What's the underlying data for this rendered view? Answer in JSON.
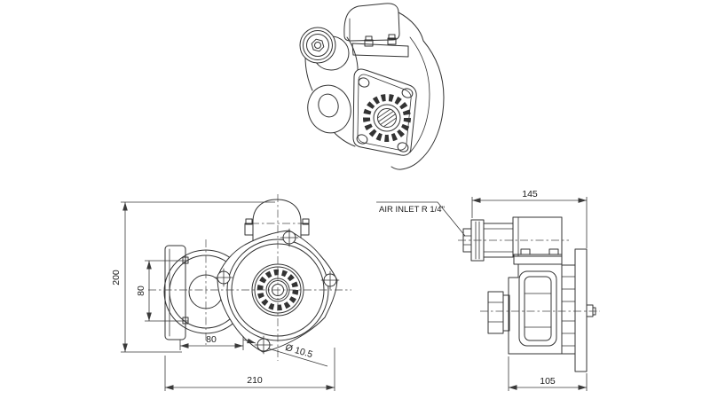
{
  "drawing": {
    "background": "#ffffff",
    "line_color": "#333333",
    "dimension_color": "#3a3a3a"
  },
  "front_view": {
    "dim_total_height": "200",
    "dim_plate_height": "80",
    "dim_plate_width": "80",
    "dim_total_width": "210",
    "dim_bolt_hole": "Ø 10.5"
  },
  "side_view": {
    "dim_depth_top": "145",
    "dim_depth_bottom": "105",
    "air_inlet_label": "AIR INLET R 1/4\""
  }
}
